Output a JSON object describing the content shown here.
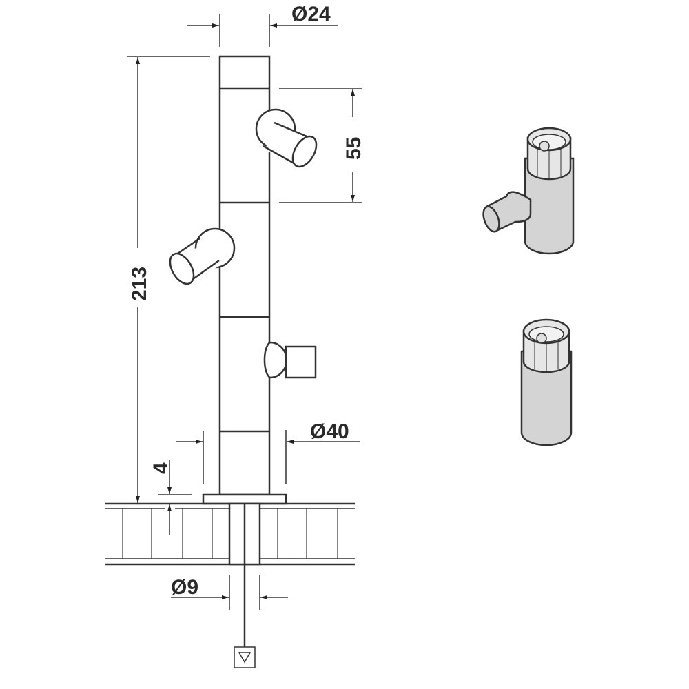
{
  "drawing": {
    "dimensions": {
      "top_diameter": "Ø24",
      "spacing": "55",
      "height": "213",
      "base_diameter": "Ø40",
      "plate_thickness": "4",
      "hole_diameter": "Ø9"
    },
    "colors": {
      "line": "#333333",
      "part_fill": "#d4d4d4"
    }
  }
}
